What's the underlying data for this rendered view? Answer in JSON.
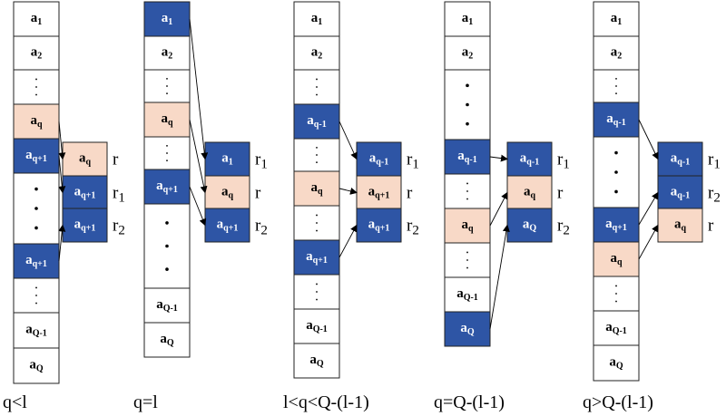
{
  "colors": {
    "blue": "#2e55a5",
    "peach": "#f8d9c7",
    "white": "#ffffff",
    "border": "#222222",
    "arrow": "#000000"
  },
  "panels": [
    {
      "condition": "q<l",
      "column": [
        {
          "base": "a",
          "sub": "1",
          "fill": "white"
        },
        {
          "base": "a",
          "sub": "2",
          "fill": "white"
        },
        {
          "dots": "vertical-small",
          "fill": "white"
        },
        {
          "base": "a",
          "sub": "q",
          "fill": "peach"
        },
        {
          "base": "a",
          "sub": "q+1",
          "fill": "blue"
        },
        {
          "dots": "vertical-large",
          "fill": "white"
        },
        {
          "base": "a",
          "sub": "q+1",
          "fill": "blue"
        },
        {
          "dots": "vertical-small",
          "fill": "white"
        },
        {
          "base": "a",
          "sub": "Q-1",
          "fill": "white"
        },
        {
          "base": "a",
          "sub": "Q",
          "fill": "white"
        }
      ],
      "reg": [
        {
          "base": "a",
          "sub": "q",
          "fill": "peach",
          "label": "r",
          "label_sub": ""
        },
        {
          "base": "a",
          "sub": "q+1",
          "fill": "blue",
          "label": "r",
          "label_sub": "1"
        },
        {
          "base": "a",
          "sub": "q+1",
          "fill": "blue",
          "label": "r",
          "label_sub": "2"
        }
      ]
    },
    {
      "condition": "q=l",
      "column": [
        {
          "base": "a",
          "sub": "1",
          "fill": "blue"
        },
        {
          "base": "a",
          "sub": "2",
          "fill": "white"
        },
        {
          "dots": "vertical-small",
          "fill": "white"
        },
        {
          "base": "a",
          "sub": "q",
          "fill": "peach"
        },
        {
          "dots": "vertical-small",
          "fill": "white"
        },
        {
          "base": "a",
          "sub": "q+1",
          "fill": "blue"
        },
        {
          "dots": "vertical-large",
          "fill": "white"
        },
        {
          "base": "a",
          "sub": "Q-1",
          "fill": "white"
        },
        {
          "base": "a",
          "sub": "Q",
          "fill": "white"
        }
      ],
      "reg": [
        {
          "base": "a",
          "sub": "1",
          "fill": "blue",
          "label": "r",
          "label_sub": "1"
        },
        {
          "base": "a",
          "sub": "q",
          "fill": "peach",
          "label": "r",
          "label_sub": ""
        },
        {
          "base": "a",
          "sub": "q+1",
          "fill": "blue",
          "label": "r",
          "label_sub": "2"
        }
      ]
    },
    {
      "condition": "l<q<Q-(l-1)",
      "column": [
        {
          "base": "a",
          "sub": "1",
          "fill": "white"
        },
        {
          "base": "a",
          "sub": "2",
          "fill": "white"
        },
        {
          "dots": "vertical-small",
          "fill": "white"
        },
        {
          "base": "a",
          "sub": "q-1",
          "fill": "blue"
        },
        {
          "dots": "vertical-small",
          "fill": "white"
        },
        {
          "base": "a",
          "sub": "q",
          "fill": "peach"
        },
        {
          "dots": "vertical-small",
          "fill": "white"
        },
        {
          "base": "a",
          "sub": "q+1",
          "fill": "blue"
        },
        {
          "dots": "vertical-small",
          "fill": "white"
        },
        {
          "base": "a",
          "sub": "Q-1",
          "fill": "white"
        },
        {
          "base": "a",
          "sub": "Q",
          "fill": "white"
        }
      ],
      "reg": [
        {
          "base": "a",
          "sub": "q-1",
          "fill": "blue",
          "label": "r",
          "label_sub": "1"
        },
        {
          "base": "a",
          "sub": "q+1",
          "fill": "peach",
          "label": "r",
          "label_sub": ""
        },
        {
          "base": "a",
          "sub": "q+1",
          "fill": "blue",
          "label": "r",
          "label_sub": "2"
        }
      ]
    },
    {
      "condition": "q=Q-(l-1)",
      "column": [
        {
          "base": "a",
          "sub": "1",
          "fill": "white"
        },
        {
          "base": "a",
          "sub": "2",
          "fill": "white"
        },
        {
          "dots": "vertical-large",
          "fill": "white"
        },
        {
          "base": "a",
          "sub": "q-1",
          "fill": "blue"
        },
        {
          "dots": "vertical-small",
          "fill": "white"
        },
        {
          "base": "a",
          "sub": "q",
          "fill": "peach"
        },
        {
          "dots": "vertical-small",
          "fill": "white"
        },
        {
          "base": "a",
          "sub": "Q-1",
          "fill": "white"
        },
        {
          "base": "a",
          "sub": "Q",
          "fill": "blue"
        }
      ],
      "reg": [
        {
          "base": "a",
          "sub": "q-1",
          "fill": "blue",
          "label": "r",
          "label_sub": "1"
        },
        {
          "base": "a",
          "sub": "q",
          "fill": "peach",
          "label": "r",
          "label_sub": ""
        },
        {
          "base": "a",
          "sub": "Q",
          "fill": "blue",
          "label": "r",
          "label_sub": "2"
        }
      ]
    },
    {
      "condition": "q>Q-(l-1)",
      "column": [
        {
          "base": "a",
          "sub": "1",
          "fill": "white"
        },
        {
          "base": "a",
          "sub": "2",
          "fill": "white"
        },
        {
          "dots": "vertical-small",
          "fill": "white"
        },
        {
          "base": "a",
          "sub": "q-1",
          "fill": "blue"
        },
        {
          "dots": "vertical-large",
          "fill": "white"
        },
        {
          "base": "a",
          "sub": "q+1",
          "fill": "blue"
        },
        {
          "base": "a",
          "sub": "q",
          "fill": "peach"
        },
        {
          "dots": "vertical-small",
          "fill": "white"
        },
        {
          "base": "a",
          "sub": "Q-1",
          "fill": "white"
        },
        {
          "base": "a",
          "sub": "Q",
          "fill": "white"
        }
      ],
      "reg": [
        {
          "base": "a",
          "sub": "q-1",
          "fill": "blue",
          "label": "r",
          "label_sub": "1"
        },
        {
          "base": "a",
          "sub": "q-1",
          "fill": "blue",
          "label": "r",
          "label_sub": "2"
        },
        {
          "base": "a",
          "sub": "q",
          "fill": "peach",
          "label": "r",
          "label_sub": ""
        }
      ]
    }
  ]
}
